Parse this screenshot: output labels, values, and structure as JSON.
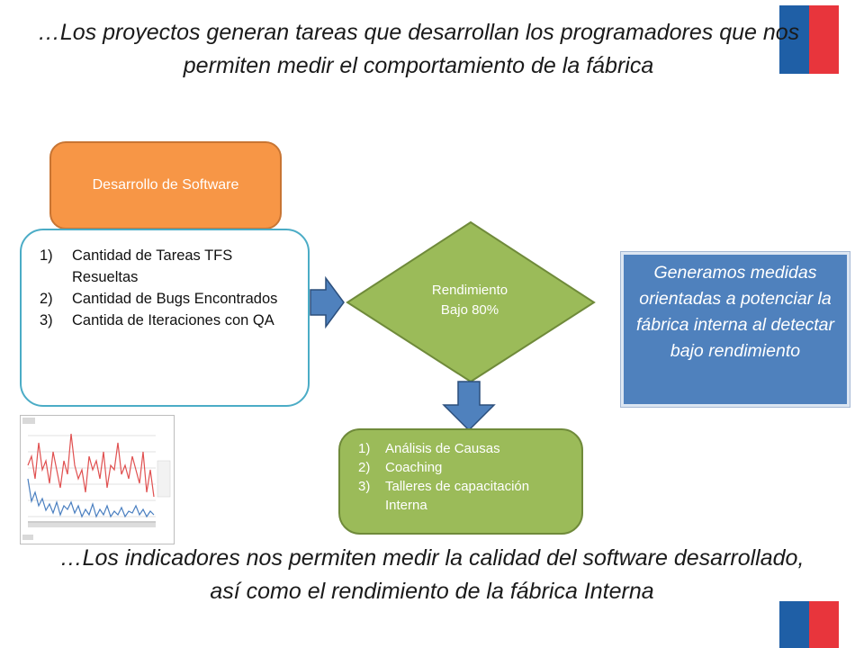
{
  "title": "…Los proyectos generan tareas que desarrollan los programadores que nos permiten medir el comportamiento de la fábrica",
  "dev_box": {
    "label": "Desarrollo de Software"
  },
  "metrics": {
    "items": [
      {
        "num": "1)",
        "text": "Cantidad de Tareas TFS Resueltas"
      },
      {
        "num": "2)",
        "text": "Cantidad de Bugs Encontrados"
      },
      {
        "num": "3)",
        "text": "Cantida de Iteraciones con QA"
      }
    ]
  },
  "decision": {
    "line1": "Rendimiento",
    "line2": "Bajo 80%"
  },
  "actions": {
    "items": [
      {
        "num": "1)",
        "text": "Análisis de Causas"
      },
      {
        "num": "2)",
        "text": "Coaching"
      },
      {
        "num": "3)",
        "text": "Talleres de capacitación Interna"
      }
    ]
  },
  "side_note": "Generamos medidas orientadas a potenciar la fábrica interna al detectar bajo rendimiento",
  "footer": "…Los indicadores nos permiten medir la calidad del software desarrollado, así como el rendimiento de la fábrica Interna",
  "colors": {
    "orange": "#f79646",
    "green": "#9bbb59",
    "blue": "#4f81bd",
    "teal_border": "#4bacc6",
    "flag_blue": "#1f5fa6",
    "flag_red": "#e8353c"
  }
}
